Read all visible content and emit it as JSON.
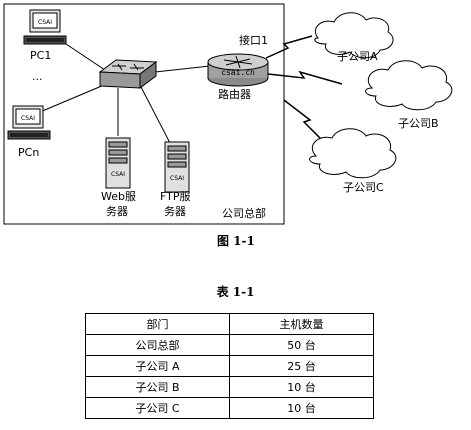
{
  "diagram": {
    "pc1_label": "PC1",
    "ellipsis": "...",
    "pcn_label": "PCn",
    "monitor_brand": "CSAI",
    "web_server_label_1": "Web服",
    "web_server_label_2": "务器",
    "ftp_server_label_1": "FTP服",
    "ftp_server_label_2": "务器",
    "router_brand": "csai.cn",
    "router_label": "路由器",
    "interface_label": "接口1",
    "hq_label": "公司总部",
    "branch_a": "子公司A",
    "branch_b": "子公司B",
    "branch_c": "子公司C",
    "figure_caption": "图 1-1"
  },
  "table": {
    "title": "表 1-1",
    "headers": [
      "部门",
      "主机数量"
    ],
    "rows": [
      [
        "公司总部",
        "50 台"
      ],
      [
        "子公司 A",
        "25 台"
      ],
      [
        "子公司 B",
        "10 台"
      ],
      [
        "子公司 C",
        "10 台"
      ]
    ]
  }
}
